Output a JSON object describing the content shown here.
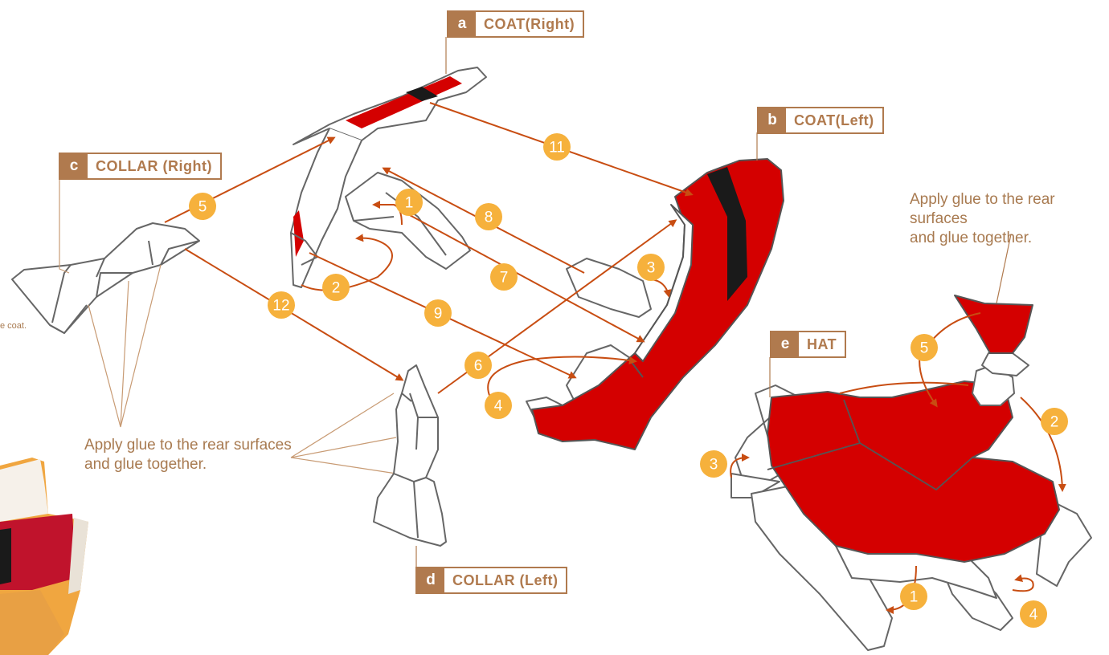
{
  "labels": {
    "a": {
      "letter": "a",
      "name": "COAT(Right)"
    },
    "b": {
      "letter": "b",
      "name": "COAT(Left)"
    },
    "c": {
      "letter": "c",
      "name": "COLLAR (Right)"
    },
    "d": {
      "letter": "d",
      "name": "COLLAR (Left)"
    },
    "e": {
      "letter": "e",
      "name": "HAT"
    }
  },
  "notes": {
    "collar_line1": "Apply glue to the rear surfaces",
    "collar_line2": "and glue together.",
    "hat_line1": "Apply glue to the rear surfaces",
    "hat_line2": "and glue together.",
    "clipped": "e coat."
  },
  "steps": {
    "s1": "1",
    "s2": "2",
    "s3": "3",
    "s4": "4",
    "s5": "5",
    "s6": "6",
    "s7": "7",
    "s8": "8",
    "s9": "9",
    "s11": "11",
    "s12": "12",
    "h1": "1",
    "h2": "2",
    "h3": "3",
    "h4": "4",
    "h5": "5"
  },
  "colors": {
    "red": "#d40000",
    "arrow": "#c84d12",
    "badge": "#f6b13c",
    "brown": "#b07a4e",
    "black": "#1a1a1a"
  }
}
